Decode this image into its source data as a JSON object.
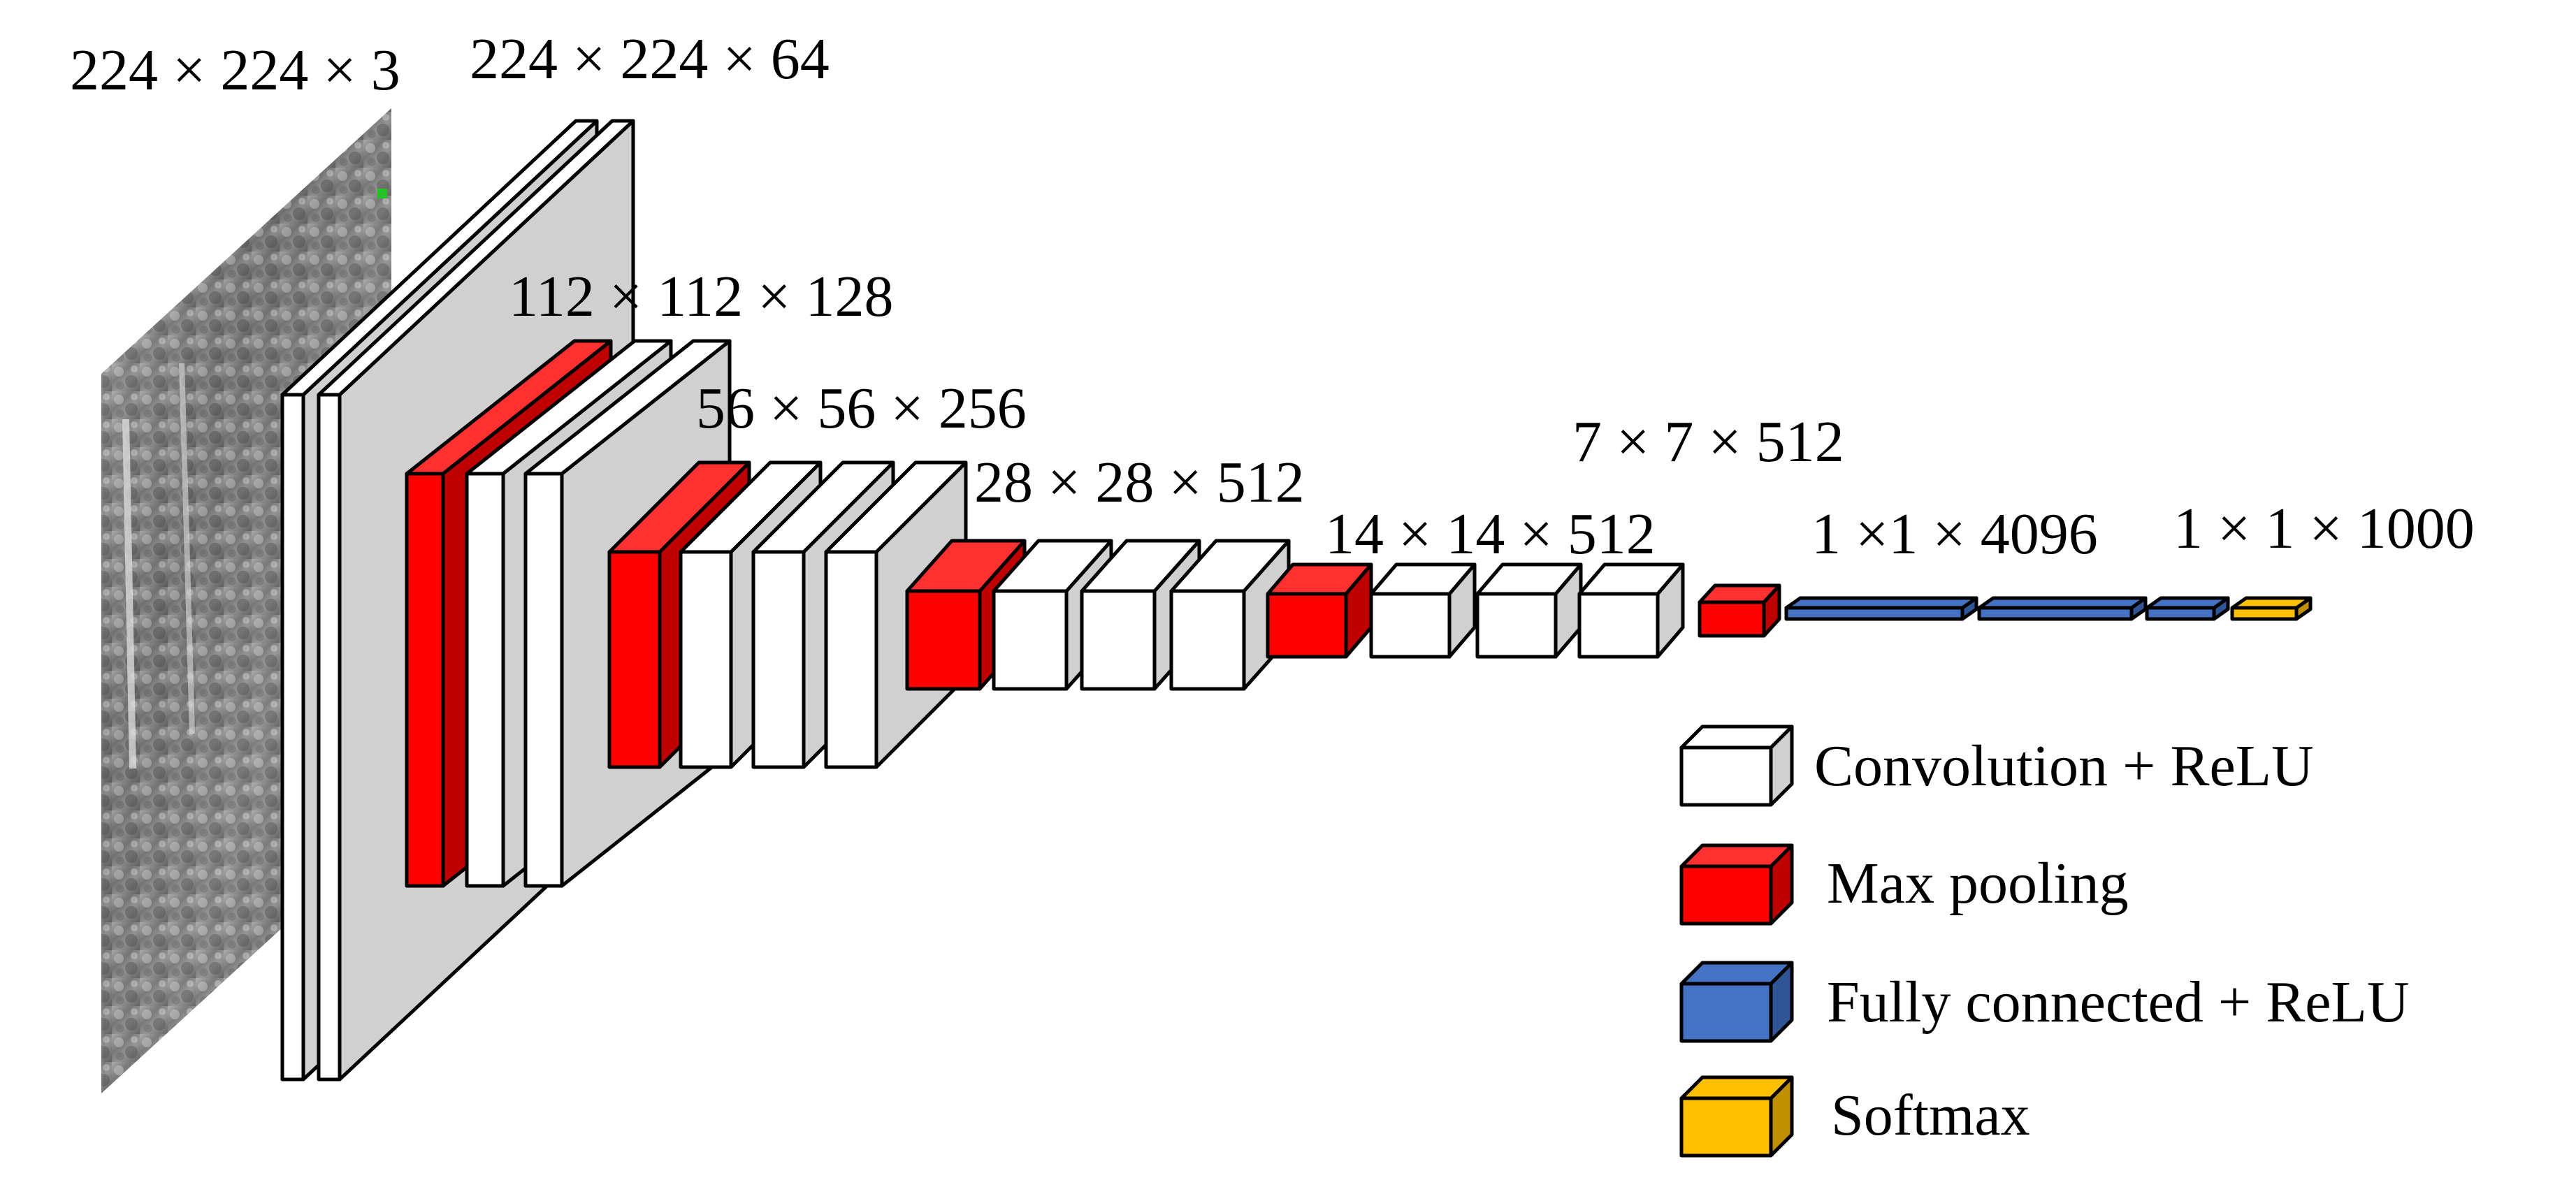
{
  "colors": {
    "conv": "#ffffff",
    "conv_side": "#d0d0d0",
    "conv_top": "#ffffff",
    "pool": "#ff0000",
    "pool_side": "#c00000",
    "pool_top": "#ff3030",
    "fc": "#4472c4",
    "fc_side": "#2f5597",
    "softmax": "#ffc000",
    "softmax_side": "#c09000",
    "stroke": "#000000"
  },
  "layer_labels": [
    "224 × 224 × 3",
    "224 × 224 × 64",
    "112 × 112 × 128",
    "56 × 56 × 256",
    "28 × 28 × 512",
    "14 × 14 × 512",
    "7 × 7 × 512",
    "1 ×1 × 4096",
    "1 × 1 × 1000"
  ],
  "legend": [
    {
      "kind": "conv",
      "label": "Convolution + ReLU"
    },
    {
      "kind": "pool",
      "label": "Max pooling"
    },
    {
      "kind": "fc",
      "label": "Fully connected + ReLU"
    },
    {
      "kind": "softmax",
      "label": "Softmax"
    }
  ],
  "input_image": {
    "description_icon": "grayscale-forest-photo"
  }
}
